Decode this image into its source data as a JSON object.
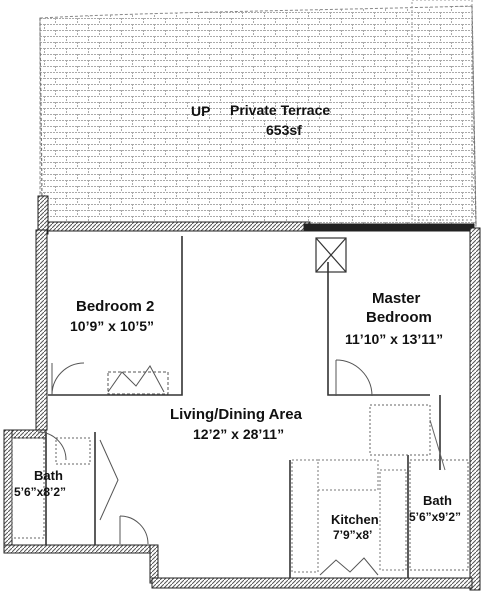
{
  "plan": {
    "terrace": {
      "up": "UP",
      "name": "Private Terrace",
      "area": "653sf"
    },
    "rooms": {
      "bedroom2": {
        "name": "Bedroom 2",
        "dims": "10’9” x 10’5”"
      },
      "master": {
        "name_line1": "Master",
        "name_line2": "Bedroom",
        "dims": "11’10” x 13’11”"
      },
      "living": {
        "name": "Living/Dining Area",
        "dims": "12’2” x 28’11”"
      },
      "bath_left": {
        "name": "Bath",
        "dims": "5’6”x8’2”"
      },
      "kitchen": {
        "name": "Kitchen",
        "dims": "7’9”x8’"
      },
      "bath_right": {
        "name": "Bath",
        "dims": "5’6”x9’2”"
      }
    }
  }
}
